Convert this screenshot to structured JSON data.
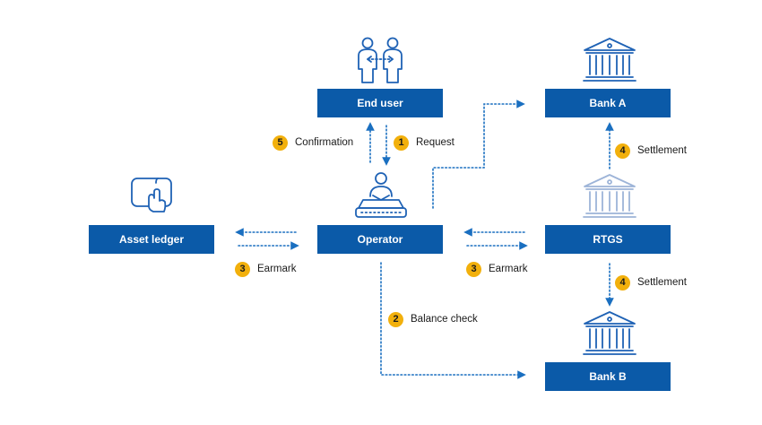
{
  "nodes": {
    "end_user": "End user",
    "operator": "Operator",
    "asset_ledger": "Asset ledger",
    "bank_a": "Bank A",
    "bank_b": "Bank B",
    "rtgs": "RTGS"
  },
  "steps": {
    "confirmation": {
      "num": "5",
      "label": "Confirmation"
    },
    "request": {
      "num": "1",
      "label": "Request"
    },
    "settlement_a": {
      "num": "4",
      "label": "Settlement"
    },
    "settlement_b": {
      "num": "4",
      "label": "Settlement"
    },
    "earmark_ledger": {
      "num": "3",
      "label": "Earmark"
    },
    "earmark_rtgs": {
      "num": "3",
      "label": "Earmark"
    },
    "balance_check": {
      "num": "2",
      "label": "Balance check"
    }
  },
  "icons": {
    "end_user": "people-exchange-icon",
    "operator": "operator-server-icon",
    "asset_ledger": "touchscreen-tap-icon",
    "bank_a": "bank-building-icon",
    "rtgs": "bank-building-icon",
    "bank_b": "bank-building-icon"
  },
  "colors": {
    "box": "#0b5aa8",
    "connector": "#1a6fc0",
    "badge": "#f2b00c",
    "icon": "#1f62b5",
    "icon_faded": "#9db4d8"
  }
}
